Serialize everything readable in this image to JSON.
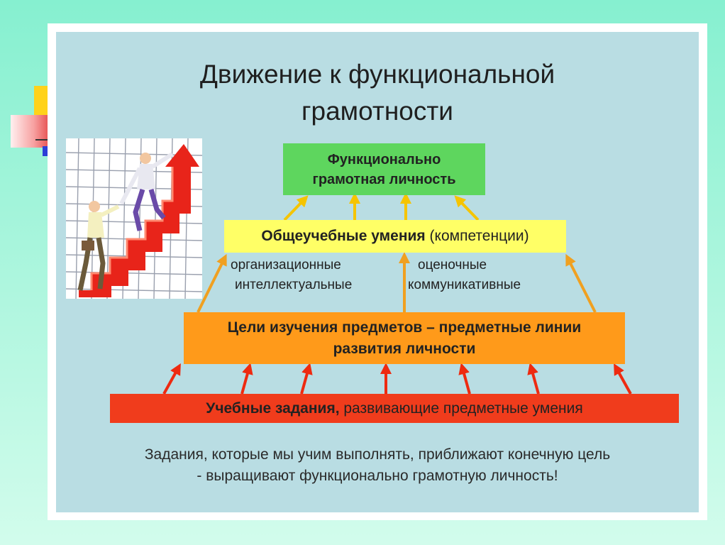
{
  "slide": {
    "title_line1": "Движение к функциональной",
    "title_line2": "грамотности",
    "top_box": {
      "line1": "Функционально",
      "line2": "грамотная личность"
    },
    "yellow_box": {
      "bold": "Общеучебные умения",
      "normal": " (компетенции)"
    },
    "skills": [
      "организационные",
      "интеллектуальные",
      "оценочные",
      "коммуникативные"
    ],
    "orange_box": {
      "line1": "Цели изучения предметов – предметные линии",
      "line2": "развития личности"
    },
    "red_box": {
      "bold": "Учебные задания,",
      "normal": " развивающие предметные умения"
    },
    "note": {
      "line1": "Задания, которые мы учим выполнять, приближают конечную цель",
      "line2": "- выращивают функционально грамотную личность!"
    }
  },
  "colors": {
    "background": "#a8f5dc",
    "slide_bg": "#b9dde3",
    "green_box": "#5ed65e",
    "yellow_box": "#ffff66",
    "orange_box": "#ff9a1a",
    "red_box": "#f03c1c",
    "arrow_yellow": "#f5c400",
    "arrow_orange": "#f0a020",
    "arrow_red": "#ee2a10"
  },
  "icons": [
    "staircase-climb-illustration",
    "arrow-up-icon"
  ]
}
